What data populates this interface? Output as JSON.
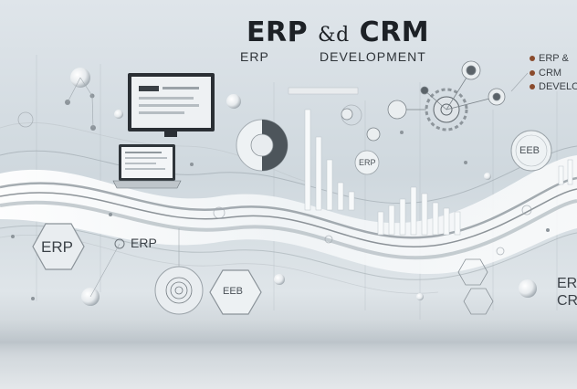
{
  "header": {
    "title_left": "ERP",
    "title_amp": "&d",
    "title_right": "CRM",
    "subtitle_left": "ERP",
    "subtitle_right": "DEVELOPMENT"
  },
  "legend": {
    "items": [
      "ERP &",
      "CRM",
      "DEVELOP"
    ],
    "dot_color": "#8a4b2c"
  },
  "labels": {
    "hex_left": "ERP",
    "mid": "ERP",
    "small_circle": "ERP",
    "mid_hex": "EEB",
    "right_circle": "EEB",
    "right_edge_top": "ER",
    "right_edge_bottom": "CR"
  },
  "icons": [
    "monitor-icon",
    "laptop-icon",
    "gear-icon",
    "chart-bars-icon",
    "hexagon-icon"
  ],
  "colors": {
    "accent": "#8a4b2c",
    "ink": "#1d2126"
  }
}
